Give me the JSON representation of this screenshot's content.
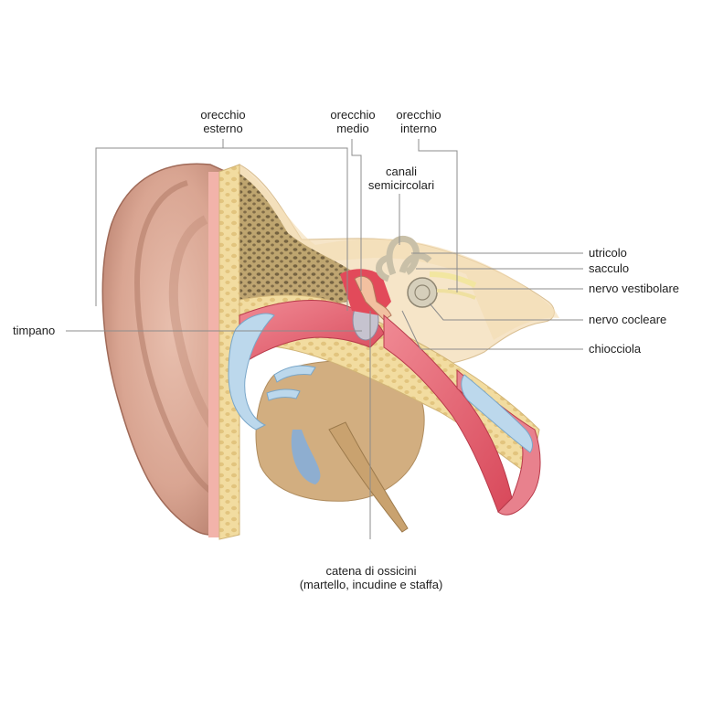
{
  "labels": {
    "outer_ear": [
      "orecchio",
      "esterno"
    ],
    "middle_ear": [
      "orecchio",
      "medio"
    ],
    "inner_ear": [
      "orecchio",
      "interno"
    ],
    "semicircular_canals": [
      "canali",
      "semicircolari"
    ],
    "utricle": "utricolo",
    "saccule": "sacculo",
    "vestibular_nerve": "nervo vestibolare",
    "cochlear_nerve": "nervo cocleare",
    "cochlea": "chiocciola",
    "eardrum": "timpano",
    "ossicles": [
      "catena di ossicini",
      "(martello, incudine e staffa)"
    ]
  },
  "colors": {
    "skin": "#d9a592",
    "skin_shadow": "#a86e5e",
    "bone": "#f2dca0",
    "bone_pores": "#c9ad6e",
    "canal_red": "#e35d6a",
    "canal_light": "#f6b6bd",
    "cartilage_blue": "#bcd8ec",
    "temporal_bone": "#f6e7cf",
    "deep_tissue": "#d6b68a",
    "leader_line": "#8c8c8c"
  }
}
